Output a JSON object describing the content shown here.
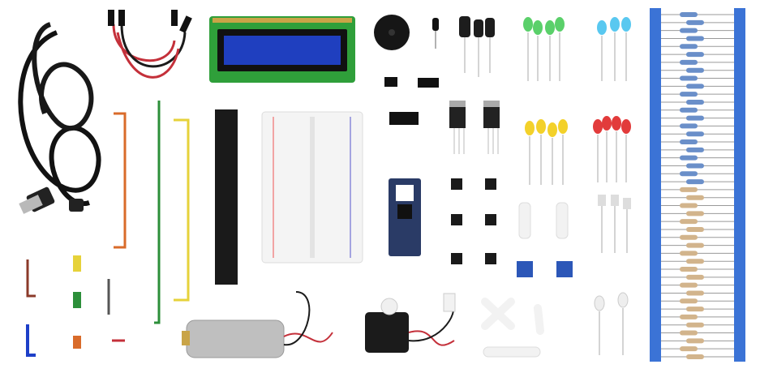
{
  "scene": {
    "description_visible_text": "",
    "components": [
      {
        "name": "usb-cable",
        "color": "#151515"
      },
      {
        "name": "jumper-wires-red-black",
        "color": "#c4303a"
      },
      {
        "name": "lcd-display",
        "color": "#1f3fbf"
      },
      {
        "name": "buzzer",
        "color": "#1a1a1a"
      },
      {
        "name": "capacitors",
        "color": "#1a1a1a"
      },
      {
        "name": "green-leds",
        "color": "#5ad06a"
      },
      {
        "name": "blue-leds",
        "color": "#59c8f0"
      },
      {
        "name": "resistor-strip",
        "color": "#3b73d6"
      },
      {
        "name": "breadboard",
        "color": "#f4f4f4"
      },
      {
        "name": "microcontroller-board",
        "color": "#2a3b66"
      },
      {
        "name": "yellow-leds",
        "color": "#f3d12a"
      },
      {
        "name": "red-leds",
        "color": "#e23b3b"
      },
      {
        "name": "dc-motor",
        "color": "#bfbfbf"
      },
      {
        "name": "servo-motor",
        "color": "#1b1b1b"
      },
      {
        "name": "potentiometers",
        "color": "#2c57b8"
      }
    ]
  }
}
